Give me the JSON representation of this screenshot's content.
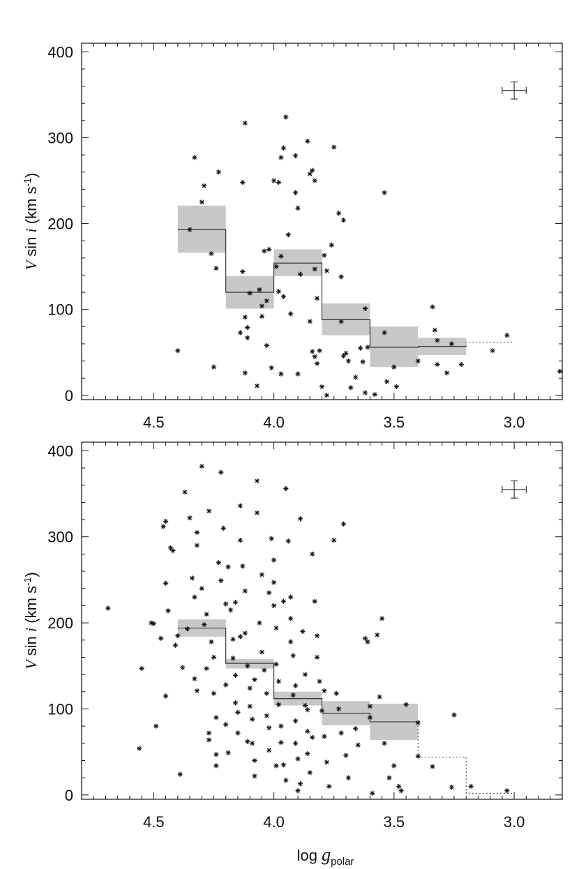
{
  "chart_data": [
    {
      "type": "scatter",
      "panel": "top",
      "ylabel": {
        "prefix": "V",
        "mid": " sin ",
        "ital": "i",
        "unit": " (km s",
        "sup": "-1",
        "close": ")"
      },
      "xlabel": "",
      "xlim": [
        4.8,
        2.8
      ],
      "ylim": [
        -5,
        410
      ],
      "x_reversed": true,
      "xticks": [
        4.5,
        4.0,
        3.5,
        3.0
      ],
      "xtick_labels": [
        "4.5",
        "4.0",
        "3.5",
        "3.0"
      ],
      "yticks": [
        0,
        100,
        200,
        300,
        400
      ],
      "ytick_labels": [
        "0",
        "100",
        "200",
        "300",
        "400"
      ],
      "points": [
        [
          4.4,
          52
        ],
        [
          4.35,
          193
        ],
        [
          4.33,
          277
        ],
        [
          4.3,
          225
        ],
        [
          4.29,
          244
        ],
        [
          4.26,
          165
        ],
        [
          4.25,
          33
        ],
        [
          4.24,
          148
        ],
        [
          4.23,
          260
        ],
        [
          4.12,
          317
        ],
        [
          4.13,
          248
        ],
        [
          4.13,
          144
        ],
        [
          4.1,
          119
        ],
        [
          4.12,
          91
        ],
        [
          4.11,
          79
        ],
        [
          4.11,
          67
        ],
        [
          4.14,
          73
        ],
        [
          4.12,
          26
        ],
        [
          4.07,
          11
        ],
        [
          4.06,
          123
        ],
        [
          4.03,
          58
        ],
        [
          4.04,
          168
        ],
        [
          4.05,
          104
        ],
        [
          4.05,
          92
        ],
        [
          4.03,
          110
        ],
        [
          4.02,
          170
        ],
        [
          4.0,
          250
        ],
        [
          4.01,
          32
        ],
        [
          3.98,
          248
        ],
        [
          3.97,
          277
        ],
        [
          3.96,
          288
        ],
        [
          3.95,
          324
        ],
        [
          3.94,
          187
        ],
        [
          3.93,
          95
        ],
        [
          3.97,
          162
        ],
        [
          3.96,
          115
        ],
        [
          3.98,
          121
        ],
        [
          3.99,
          150
        ],
        [
          3.97,
          25
        ],
        [
          3.91,
          279
        ],
        [
          3.91,
          236
        ],
        [
          3.9,
          218
        ],
        [
          3.9,
          25
        ],
        [
          3.89,
          141
        ],
        [
          3.86,
          296
        ],
        [
          3.85,
          258
        ],
        [
          3.84,
          262
        ],
        [
          3.83,
          250
        ],
        [
          3.83,
          147
        ],
        [
          3.82,
          113
        ],
        [
          3.81,
          52
        ],
        [
          3.79,
          163
        ],
        [
          3.78,
          145
        ],
        [
          3.85,
          86
        ],
        [
          3.84,
          51
        ],
        [
          3.83,
          45
        ],
        [
          3.82,
          37
        ],
        [
          3.8,
          10
        ],
        [
          3.78,
          0
        ],
        [
          3.76,
          175
        ],
        [
          3.75,
          289
        ],
        [
          3.73,
          212
        ],
        [
          3.71,
          204
        ],
        [
          3.72,
          138
        ],
        [
          3.72,
          86
        ],
        [
          3.71,
          46
        ],
        [
          3.7,
          49
        ],
        [
          3.69,
          40
        ],
        [
          3.68,
          9
        ],
        [
          3.66,
          21
        ],
        [
          3.64,
          55
        ],
        [
          3.62,
          101
        ],
        [
          3.61,
          56
        ],
        [
          3.63,
          39
        ],
        [
          3.62,
          3
        ],
        [
          3.58,
          1
        ],
        [
          3.54,
          236
        ],
        [
          3.54,
          73
        ],
        [
          3.53,
          16
        ],
        [
          3.5,
          33
        ],
        [
          3.49,
          10
        ],
        [
          3.4,
          40
        ],
        [
          3.34,
          103
        ],
        [
          3.33,
          76
        ],
        [
          3.32,
          64
        ],
        [
          3.32,
          36
        ],
        [
          3.28,
          26
        ],
        [
          3.26,
          60
        ],
        [
          3.22,
          36
        ],
        [
          3.09,
          52
        ],
        [
          3.03,
          70
        ],
        [
          2.81,
          28
        ]
      ],
      "step_median": [
        {
          "x0": 4.4,
          "x1": 4.2,
          "y": 193,
          "lo": 166,
          "hi": 221
        },
        {
          "x0": 4.2,
          "x1": 4.0,
          "y": 120,
          "lo": 101,
          "hi": 139
        },
        {
          "x0": 4.0,
          "x1": 3.8,
          "y": 154,
          "lo": 139,
          "hi": 170
        },
        {
          "x0": 3.8,
          "x1": 3.6,
          "y": 88,
          "lo": 70,
          "hi": 107
        },
        {
          "x0": 3.6,
          "x1": 3.4,
          "y": 56,
          "lo": 33,
          "hi": 80
        },
        {
          "x0": 3.4,
          "x1": 3.2,
          "y": 57,
          "lo": 47,
          "hi": 67
        }
      ],
      "dotted_extension": [
        {
          "x0": 3.2,
          "x1": 3.0,
          "y": 62
        }
      ],
      "error_bar": {
        "x": 3.0,
        "y": 355,
        "dx": 0.05,
        "dy": 10
      }
    },
    {
      "type": "scatter",
      "panel": "bottom",
      "ylabel": {
        "prefix": "V",
        "mid": " sin ",
        "ital": "i",
        "unit": " (km s",
        "sup": "-1",
        "close": ")"
      },
      "xlabel": {
        "text": "log ",
        "ital": "g",
        "sub": "polar"
      },
      "xlim": [
        4.8,
        2.8
      ],
      "ylim": [
        -5,
        410
      ],
      "x_reversed": true,
      "xticks": [
        4.5,
        4.0,
        3.5,
        3.0
      ],
      "xtick_labels": [
        "4.5",
        "4.0",
        "3.5",
        "3.0"
      ],
      "yticks": [
        0,
        100,
        200,
        300,
        400
      ],
      "ytick_labels": [
        "0",
        "100",
        "200",
        "300",
        "400"
      ],
      "points": [
        [
          4.69,
          217
        ],
        [
          4.56,
          54
        ],
        [
          4.55,
          147
        ],
        [
          4.51,
          200
        ],
        [
          4.5,
          199
        ],
        [
          4.49,
          80
        ],
        [
          4.47,
          182
        ],
        [
          4.46,
          312
        ],
        [
          4.45,
          318
        ],
        [
          4.45,
          246
        ],
        [
          4.45,
          115
        ],
        [
          4.44,
          214
        ],
        [
          4.43,
          287
        ],
        [
          4.42,
          284
        ],
        [
          4.41,
          174
        ],
        [
          4.4,
          185
        ],
        [
          4.39,
          24
        ],
        [
          4.38,
          148
        ],
        [
          4.36,
          193
        ],
        [
          4.35,
          322
        ],
        [
          4.34,
          252
        ],
        [
          4.33,
          230
        ],
        [
          4.33,
          135
        ],
        [
          4.32,
          305
        ],
        [
          4.32,
          121
        ],
        [
          4.3,
          382
        ],
        [
          4.3,
          240
        ],
        [
          4.29,
          198
        ],
        [
          4.28,
          147
        ],
        [
          4.27,
          72
        ],
        [
          4.27,
          64
        ],
        [
          4.27,
          330
        ],
        [
          4.26,
          178
        ],
        [
          4.25,
          160
        ],
        [
          4.25,
          118
        ],
        [
          4.24,
          90
        ],
        [
          4.24,
          47
        ],
        [
          4.24,
          34
        ],
        [
          4.23,
          270
        ],
        [
          4.22,
          375
        ],
        [
          4.22,
          249
        ],
        [
          4.2,
          222
        ],
        [
          4.2,
          128
        ],
        [
          4.2,
          82
        ],
        [
          4.19,
          49
        ],
        [
          4.18,
          215
        ],
        [
          4.17,
          181
        ],
        [
          4.17,
          159
        ],
        [
          4.16,
          139
        ],
        [
          4.16,
          107
        ],
        [
          4.15,
          96
        ],
        [
          4.15,
          72
        ],
        [
          4.14,
          336
        ],
        [
          4.14,
          296
        ],
        [
          4.13,
          266
        ],
        [
          4.12,
          237
        ],
        [
          4.12,
          188
        ],
        [
          4.11,
          150
        ],
        [
          4.1,
          124
        ],
        [
          4.1,
          103
        ],
        [
          4.09,
          88
        ],
        [
          4.09,
          60
        ],
        [
          4.08,
          40
        ],
        [
          4.08,
          22
        ],
        [
          4.07,
          365
        ],
        [
          4.07,
          328
        ],
        [
          4.06,
          200
        ],
        [
          4.05,
          166
        ],
        [
          4.04,
          145
        ],
        [
          4.03,
          118
        ],
        [
          4.03,
          92
        ],
        [
          4.02,
          78
        ],
        [
          4.02,
          52
        ],
        [
          4.01,
          298
        ],
        [
          4.0,
          273
        ],
        [
          4.0,
          247
        ],
        [
          4.0,
          220
        ],
        [
          3.99,
          194
        ],
        [
          3.99,
          152
        ],
        [
          3.98,
          132
        ],
        [
          3.98,
          105
        ],
        [
          3.97,
          80
        ],
        [
          3.97,
          61
        ],
        [
          3.96,
          35
        ],
        [
          3.95,
          17
        ],
        [
          3.95,
          356
        ],
        [
          3.94,
          295
        ],
        [
          3.93,
          230
        ],
        [
          3.93,
          205
        ],
        [
          3.92,
          162
        ],
        [
          3.92,
          116
        ],
        [
          3.91,
          86
        ],
        [
          3.91,
          60
        ],
        [
          3.9,
          42
        ],
        [
          3.9,
          5
        ],
        [
          3.89,
          321
        ],
        [
          3.88,
          190
        ],
        [
          3.87,
          140
        ],
        [
          3.87,
          104
        ],
        [
          3.86,
          74
        ],
        [
          3.86,
          48
        ],
        [
          3.85,
          26
        ],
        [
          3.84,
          280
        ],
        [
          3.83,
          225
        ],
        [
          3.82,
          185
        ],
        [
          3.81,
          132
        ],
        [
          3.8,
          98
        ],
        [
          3.79,
          68
        ],
        [
          3.78,
          38
        ],
        [
          3.77,
          10
        ],
        [
          3.75,
          296
        ],
        [
          3.74,
          118
        ],
        [
          3.73,
          100
        ],
        [
          3.72,
          72
        ],
        [
          3.71,
          315
        ],
        [
          3.7,
          46
        ],
        [
          3.69,
          20
        ],
        [
          3.66,
          77
        ],
        [
          3.65,
          58
        ],
        [
          3.62,
          182
        ],
        [
          3.61,
          178
        ],
        [
          3.6,
          103
        ],
        [
          3.6,
          90
        ],
        [
          3.59,
          2
        ],
        [
          3.57,
          186
        ],
        [
          3.56,
          114
        ],
        [
          3.55,
          205
        ],
        [
          3.54,
          60
        ],
        [
          3.52,
          20
        ],
        [
          3.5,
          34
        ],
        [
          3.48,
          10
        ],
        [
          3.47,
          5
        ],
        [
          3.45,
          105
        ],
        [
          3.4,
          84
        ],
        [
          3.4,
          45
        ],
        [
          3.34,
          33
        ],
        [
          3.26,
          9
        ],
        [
          3.25,
          93
        ],
        [
          3.18,
          10
        ],
        [
          3.03,
          5
        ],
        [
          4.37,
          352
        ],
        [
          4.32,
          290
        ],
        [
          4.28,
          210
        ],
        [
          4.21,
          310
        ],
        [
          4.19,
          265
        ],
        [
          4.16,
          224
        ],
        [
          4.14,
          184
        ],
        [
          4.11,
          62
        ],
        [
          4.08,
          134
        ],
        [
          4.05,
          256
        ],
        [
          4.02,
          235
        ],
        [
          3.99,
          34
        ],
        [
          3.96,
          225
        ],
        [
          3.93,
          178
        ],
        [
          3.91,
          127
        ],
        [
          3.89,
          13
        ],
        [
          3.86,
          99
        ],
        [
          3.84,
          67
        ],
        [
          3.82,
          160
        ],
        [
          3.79,
          121
        ]
      ],
      "step_median": [
        {
          "x0": 4.4,
          "x1": 4.2,
          "y": 194,
          "lo": 184,
          "hi": 204
        },
        {
          "x0": 4.2,
          "x1": 4.0,
          "y": 153,
          "lo": 147,
          "hi": 158
        },
        {
          "x0": 4.0,
          "x1": 3.8,
          "y": 112,
          "lo": 104,
          "hi": 120
        },
        {
          "x0": 3.8,
          "x1": 3.6,
          "y": 95,
          "lo": 81,
          "hi": 109
        },
        {
          "x0": 3.6,
          "x1": 3.4,
          "y": 85,
          "lo": 64,
          "hi": 106
        }
      ],
      "dotted_extension": [
        {
          "x0": 3.4,
          "x1": 3.2,
          "y": 44
        },
        {
          "x0": 3.2,
          "x1": 3.0,
          "y": 2
        }
      ],
      "error_bar": {
        "x": 3.0,
        "y": 355,
        "dx": 0.05,
        "dy": 10
      }
    }
  ]
}
